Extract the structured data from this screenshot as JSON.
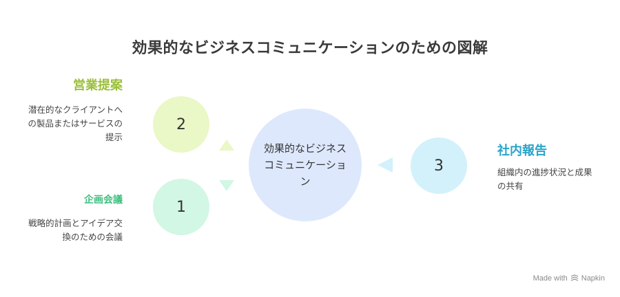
{
  "title": "効果的なビジネスコミュニケーションのための図解",
  "center": {
    "label": "効果的なビジネスコミュニケーション"
  },
  "items": [
    {
      "number": "2",
      "heading": "営業提案",
      "description": "潜在的なクライアントへの製品またはサービスの提示",
      "color": "#9bbf3a",
      "circle_color": "#eaf7c6"
    },
    {
      "number": "1",
      "heading": "企画会議",
      "description": "戦略的計画とアイデア交換のための会議",
      "color": "#3fbf7f",
      "circle_color": "#d2f7e4"
    },
    {
      "number": "3",
      "heading": "社内報告",
      "description": "組織内の進捗状況と成果の共有",
      "color": "#29a4c9",
      "circle_color": "#d3f1fb"
    }
  ],
  "watermark": {
    "text": "Made with",
    "brand": "Napkin",
    "icon": "napkin-logo-icon"
  }
}
